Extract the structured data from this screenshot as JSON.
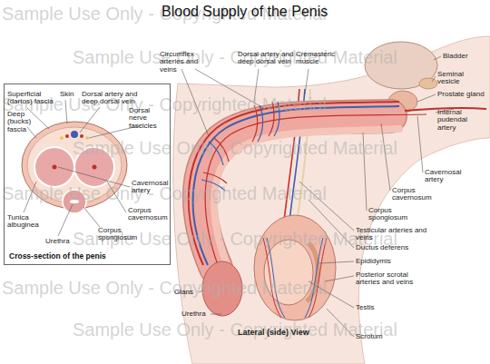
{
  "diagram": {
    "title": "Blood Supply of the Penis",
    "nodes": [
      {
        "text": [
          "Cross-section of the penis"
        ]
      }
    ],
    "labels": [
      "Superficial (dartos) fascia",
      "Skin",
      "Dorsal artery and deep dorsal vein",
      "Dorsal nerve fascicles",
      "Deep (bucks) fascia",
      "Cavernosal artery",
      "Corpus cavernosum",
      "Tunica albuginea",
      "Urethra",
      "Corpus spongiosum",
      "Circumflex arteries and veins",
      "Dorsal artery and deep dorsal vein",
      "Cremasteric muscle",
      "Bladder",
      "Seminal vesicle",
      "Prostate gland",
      "Internal pudendal artery",
      "Cavernosal artery",
      "Corpus cavernosum",
      "Corpus spongiosum",
      "Testicular arteries and veins",
      "Ductus deferens",
      "Epididymis",
      "Posterior scrotal arteries and veins",
      "Testis",
      "Scrotum",
      "Glans",
      "Urethra",
      "Lateral (side) View",
      "Sample Use Only - Copyrighted Material",
      "Sample Use Only - Copyrighted Material",
      "Sample Use Only - Copyrighted Material",
      "Sample Use Only - Copyrighted Material",
      "Sample Use Only - Copyrighted Material",
      "Sample Use Only - Copyrighted Material",
      "Sample Use Only - Copyrighted Material",
      "Sample Use Only - Copyrighted Material"
    ]
  }
}
